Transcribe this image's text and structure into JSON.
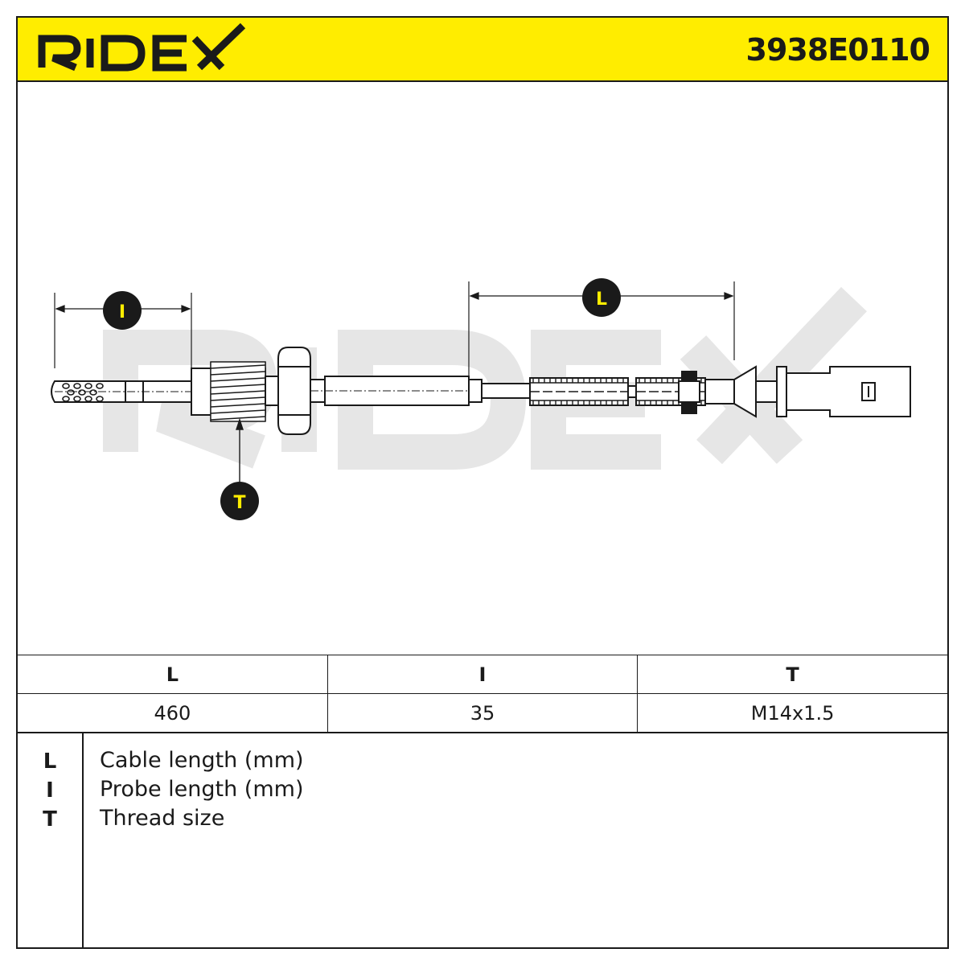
{
  "brand": {
    "name": "RIDEX",
    "accent_color": "#ffed00"
  },
  "part_number": "3938E0110",
  "drawing": {
    "callouts": [
      {
        "key": "I"
      },
      {
        "key": "L"
      },
      {
        "key": "T"
      }
    ],
    "watermark": "RIDEX"
  },
  "table": {
    "headers": [
      "L",
      "I",
      "T"
    ],
    "values": [
      "460",
      "35",
      "M14x1.5"
    ]
  },
  "legend": [
    {
      "key": "L",
      "text": "Cable length (mm)"
    },
    {
      "key": "I",
      "text": "Probe length (mm)"
    },
    {
      "key": "T",
      "text": "Thread size"
    }
  ]
}
